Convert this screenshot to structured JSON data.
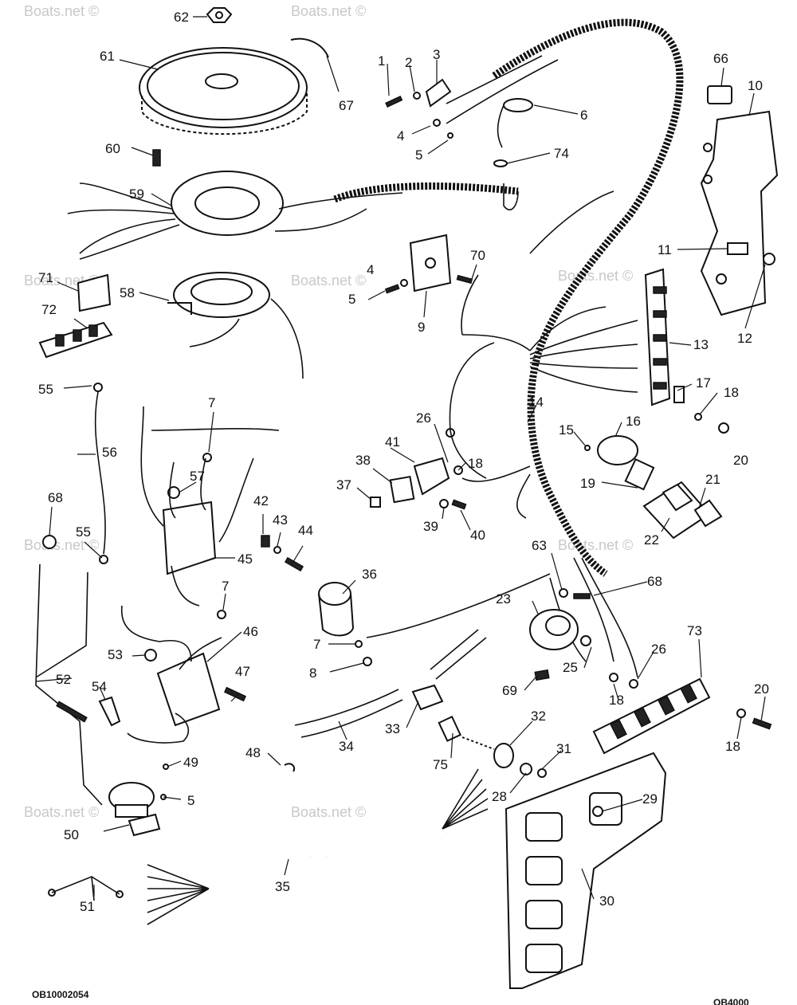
{
  "watermark": "Boats.net ©",
  "top_code": "",
  "drawing_code": "OB10002054",
  "bottom_right_code": "OB4000",
  "callouts": {
    "c62": "62",
    "c61": "61",
    "c67": "67",
    "c60": "60",
    "c59": "59",
    "c71": "71",
    "c58": "58",
    "c72": "72",
    "c55a": "55",
    "c56": "56",
    "c68a": "68",
    "c55b": "55",
    "c52": "52",
    "c54": "54",
    "c53": "53",
    "c50": "50",
    "c51": "51",
    "c35": "35",
    "c48": "48",
    "c49": "49",
    "c5c": "5",
    "c7a": "7",
    "c57": "57",
    "c42": "42",
    "c43": "43",
    "c44": "44",
    "c45": "45",
    "c7b": "7",
    "c46": "46",
    "c47": "47",
    "c1": "1",
    "c2": "2",
    "c3": "3",
    "c4a": "4",
    "c5a": "5",
    "c6": "6",
    "c74": "74",
    "c4b": "4",
    "c5b": "5",
    "c70": "70",
    "c9": "9",
    "c66": "66",
    "c10": "10",
    "c11": "11",
    "c12": "12",
    "c13": "13",
    "c17": "17",
    "c18a": "18",
    "c20a": "20",
    "c14": "14",
    "c15": "15",
    "c16": "16",
    "c19": "19",
    "c21": "21",
    "c22": "22",
    "c26a": "26",
    "c41": "41",
    "c38": "38",
    "c18b": "18",
    "c37": "37",
    "c39": "39",
    "c40": "40",
    "c36": "36",
    "c7c": "7",
    "c8": "8",
    "c63": "63",
    "c68b": "68",
    "c23": "23",
    "c25": "25",
    "c26b": "26",
    "c18c": "18",
    "c69": "69",
    "c73": "73",
    "c20b": "20",
    "c18d": "18",
    "c33": "33",
    "c34": "34",
    "c32": "32",
    "c31": "31",
    "c75": "75",
    "c28": "28",
    "c29": "29",
    "c30": "30"
  }
}
